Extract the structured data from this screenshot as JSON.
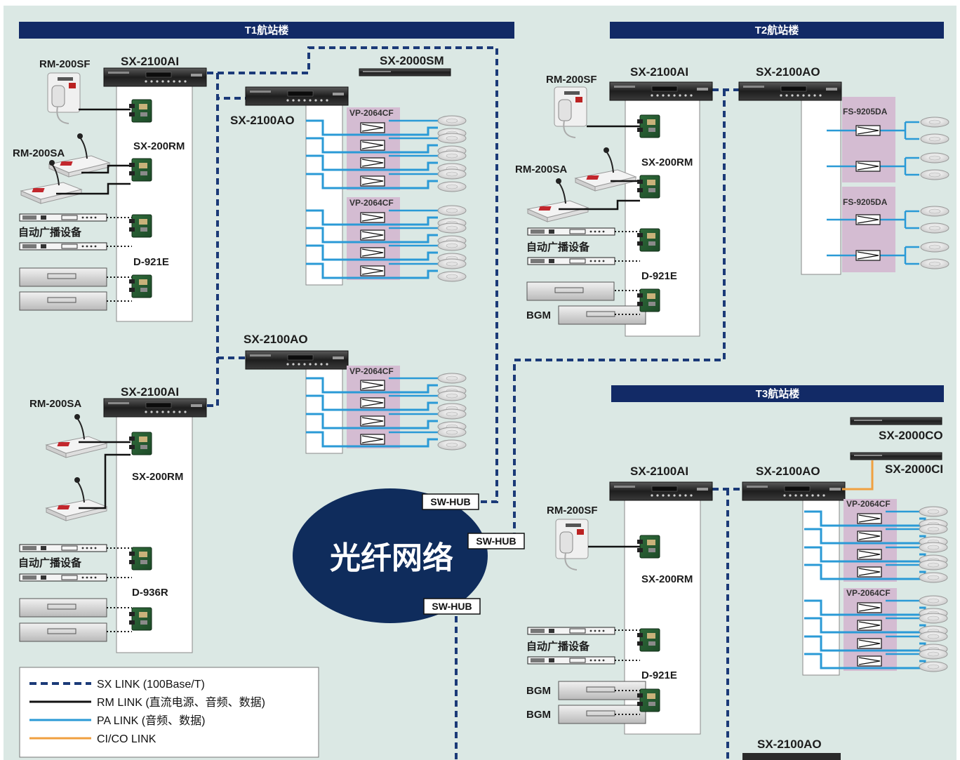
{
  "terminals": {
    "t1": "T1航站楼",
    "t2": "T2航站楼",
    "t3": "T3航站楼"
  },
  "devices": {
    "sx2100ai": "SX-2100AI",
    "sx2100ao": "SX-2100AO",
    "sx2000sm": "SX-2000SM",
    "sx2000co": "SX-2000CO",
    "sx2000ci": "SX-2000CI",
    "rm200sf": "RM-200SF",
    "rm200sa": "RM-200SA",
    "sx200rm": "SX-200RM",
    "d921e": "D-921E",
    "d936r": "D-936R",
    "vp2064cf": "VP-2064CF",
    "fs9205da": "FS-9205DA",
    "bgm": "BGM",
    "auto_broadcast": "自动广播设备"
  },
  "network": {
    "cloud_label": "光纤网络",
    "hub_label": "SW-HUB"
  },
  "legend": [
    {
      "label": "SX LINK (100Base/T)",
      "color": "#1b3a78",
      "style": "dashed"
    },
    {
      "label": "RM LINK (直流电源、音频、数据)",
      "color": "#111111",
      "style": "solid"
    },
    {
      "label": "PA LINK (音频、数据)",
      "color": "#2a9ad6",
      "style": "solid"
    },
    {
      "label": "CI/CO LINK",
      "color": "#f0a040",
      "style": "solid"
    }
  ],
  "colors": {
    "background": "#dbe8e4",
    "banner": "#122a66",
    "sx_link": "#1b3a78",
    "pa_link": "#2a9ad6",
    "amp_box": "#d4bcd2",
    "cloud": "#0f2c5c"
  }
}
